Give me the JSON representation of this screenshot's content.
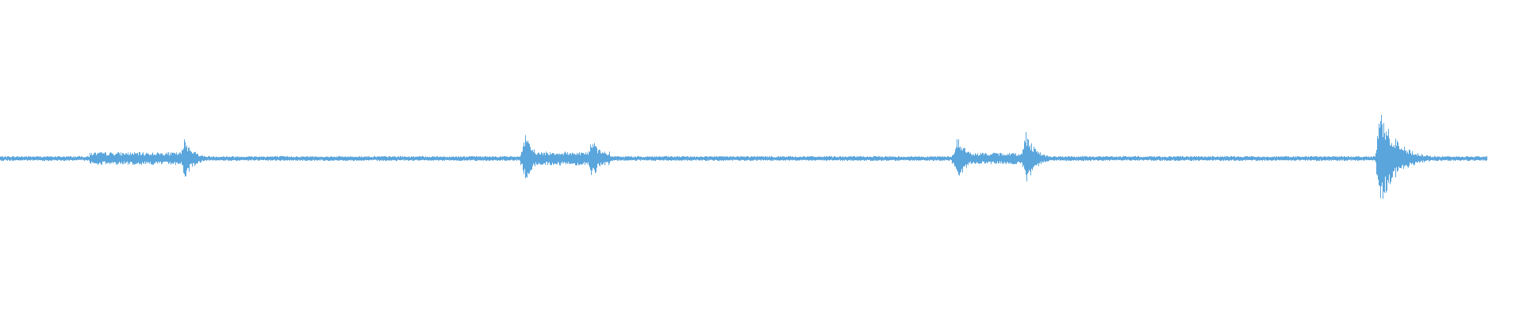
{
  "waveform": {
    "color": "#5aa5dc",
    "background": "#ffffff",
    "bursts": [
      {
        "position": 0.124,
        "peak": 0.44
      },
      {
        "position": 0.353,
        "peak": 0.5
      },
      {
        "position": 0.398,
        "peak": 0.43
      },
      {
        "position": 0.644,
        "peak": 0.48
      },
      {
        "position": 0.69,
        "peak": 0.6
      },
      {
        "position": 0.928,
        "peak": 1.0
      }
    ]
  }
}
